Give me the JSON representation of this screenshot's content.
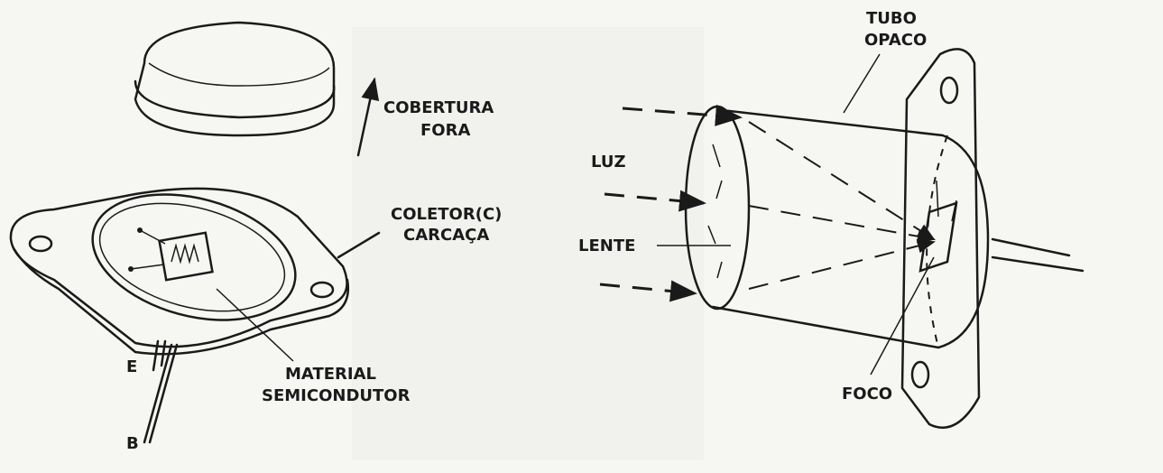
{
  "labels": {
    "tube": [
      "TUBO",
      "OPACO"
    ],
    "cover": [
      "COBERTURA",
      "FORA"
    ],
    "light": "LUZ",
    "collector": [
      "COLETOR(C)",
      "CARCAÇA"
    ],
    "lens": "LENTE",
    "material": [
      "MATERIAL",
      "SEMICONDUTOR"
    ],
    "emitter": "E",
    "base": "B",
    "focus": "FOCO"
  },
  "colors": {
    "ink": "#1a1a1a",
    "paper": "#f6f6f3"
  }
}
